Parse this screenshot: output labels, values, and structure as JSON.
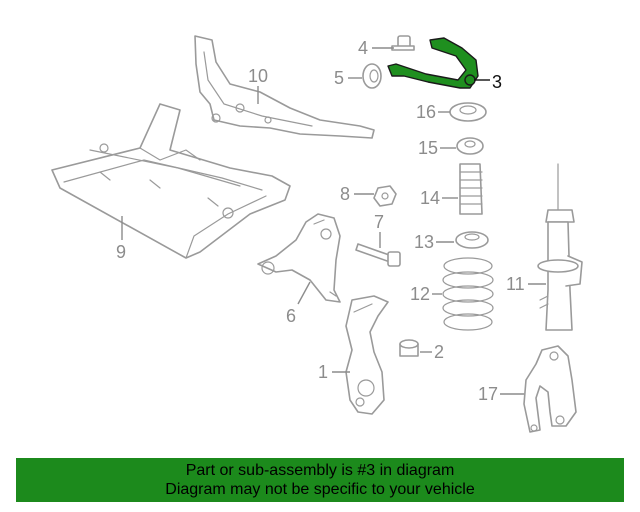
{
  "diagram": {
    "callouts": [
      "1",
      "2",
      "3",
      "4",
      "5",
      "6",
      "7",
      "8",
      "9",
      "10",
      "11",
      "12",
      "13",
      "14",
      "15",
      "16",
      "17"
    ],
    "highlighted_callout": "3",
    "highlight_color": "#1f8f1f"
  },
  "banner": {
    "line1": "Part or sub-assembly is #3 in diagram",
    "line2": "Diagram may not be specific to your vehicle",
    "background": "#1c8a1c"
  }
}
